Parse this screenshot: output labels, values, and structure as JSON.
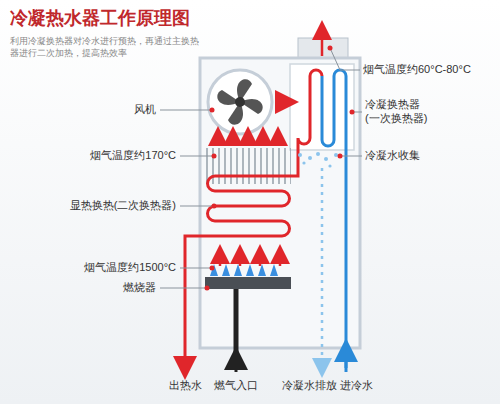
{
  "diagram": {
    "title": "冷凝热水器工作原理图",
    "labels": [
      "利用冷凝换热器对冷水进行预热，再通过主换热器进行二次加热，提高热效率",
      "风机",
      "烟气温度约170°C",
      "显热换热(二次换热器)",
      "烟气温度约1500°C",
      "燃烧器",
      "烟气温度约60°C-80°C",
      "冷凝换热器 (一次换热器)",
      "冷凝水收集",
      "出热水",
      "燃气入口",
      "冷凝水排放",
      "进冷水"
    ]
  }
}
